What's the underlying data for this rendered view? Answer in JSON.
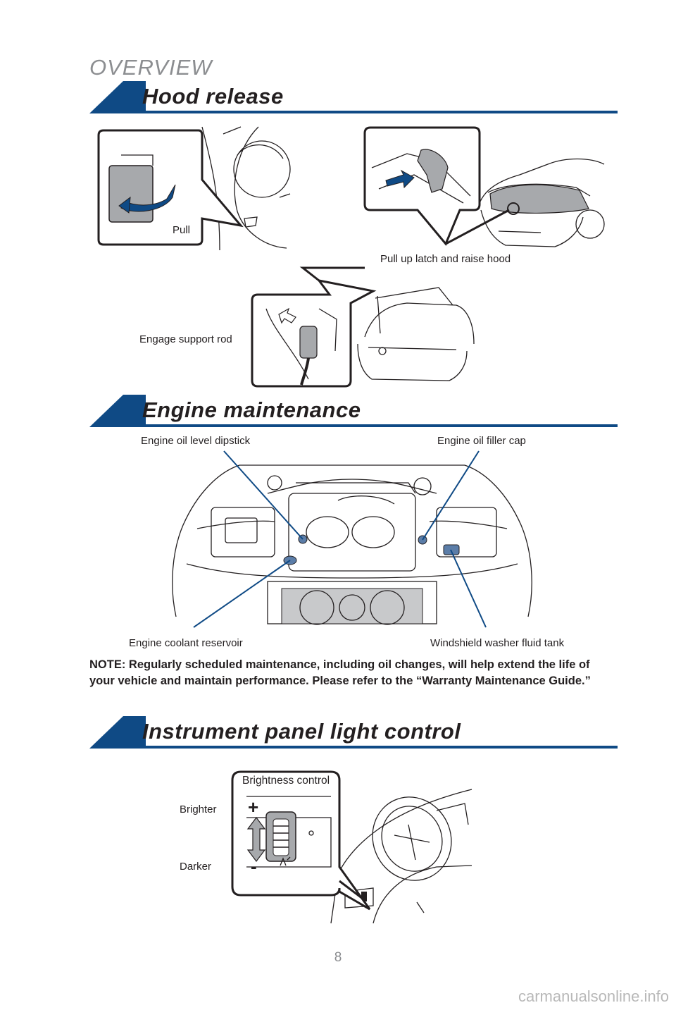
{
  "header": {
    "overview": "OVERVIEW"
  },
  "sections": {
    "hood_release": {
      "title": "Hood release",
      "labels": {
        "pull": "Pull",
        "pull_up_latch": "Pull up latch and raise hood",
        "engage_support_rod": "Engage support rod"
      }
    },
    "engine_maintenance": {
      "title": "Engine maintenance",
      "labels": {
        "oil_dipstick": "Engine oil level dipstick",
        "oil_filler_cap": "Engine oil filler cap",
        "coolant_reservoir": "Engine coolant reservoir",
        "washer_fluid_tank": "Windshield washer fluid tank"
      },
      "note": "NOTE: Regularly scheduled maintenance, including oil changes, will help extend the life of your vehicle and maintain performance. Please refer to the “Warranty Maintenance Guide.”"
    },
    "instrument_panel": {
      "title": "Instrument panel light control",
      "labels": {
        "brightness_control": "Brightness control",
        "brighter": "Brighter",
        "darker": "Darker",
        "plus": "+",
        "minus": "-"
      }
    }
  },
  "footer": {
    "page_number": "8",
    "watermark": "carmanualsonline.info"
  },
  "colors": {
    "accent": "#0f4a85",
    "muted": "#8c8e91",
    "text": "#231f20"
  }
}
